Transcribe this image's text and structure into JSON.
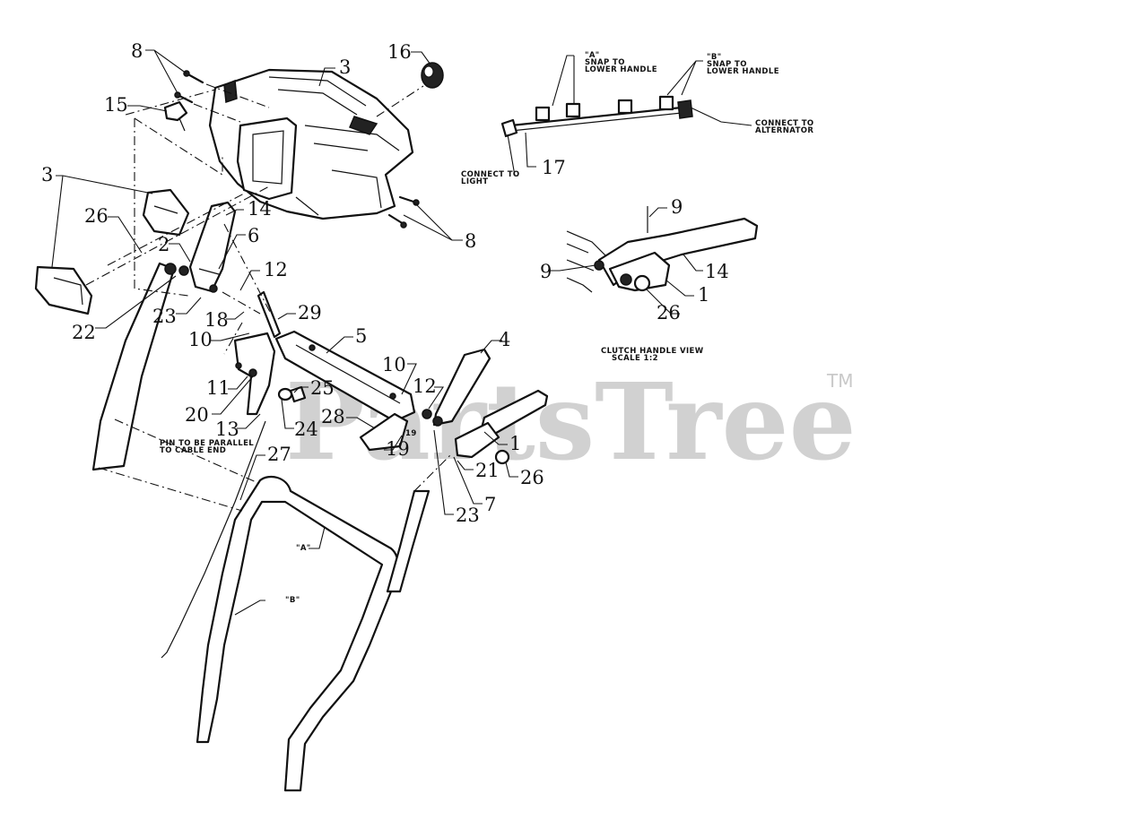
{
  "watermark": {
    "text": "PartsTree",
    "tm": "TM"
  },
  "notes": {
    "snap_a": [
      "\"A\"",
      "SNAP TO",
      "LOWER HANDLE"
    ],
    "snap_b": [
      "\"B\"",
      "SNAP TO",
      "LOWER HANDLE"
    ],
    "connect_alternator": [
      "CONNECT TO",
      "ALTERNATOR"
    ],
    "connect_light": [
      "CONNECT TO",
      "LIGHT"
    ],
    "clutch_view": [
      "CLUTCH HANDLE VIEW",
      "SCALE 1:2"
    ],
    "pin_parallel": [
      "PIN TO BE PARALLEL",
      "TO CABLE END"
    ],
    "label_a": "\"A\"",
    "label_b": "\"B\"",
    "small_19": "19"
  },
  "callouts": [
    "8",
    "3",
    "16",
    "15",
    "3",
    "26",
    "14",
    "2",
    "6",
    "12",
    "22",
    "23",
    "18",
    "29",
    "10",
    "5",
    "4",
    "10",
    "12",
    "11",
    "20",
    "25",
    "28",
    "19",
    "1",
    "13",
    "24",
    "21",
    "26",
    "7",
    "27",
    "23",
    "17",
    "9",
    "9",
    "14",
    "1",
    "26",
    "8"
  ]
}
